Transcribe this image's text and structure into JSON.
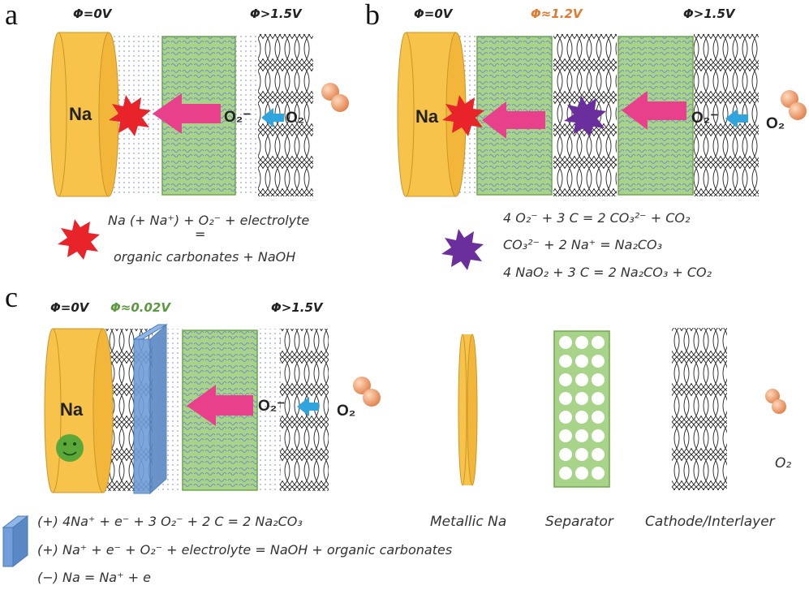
{
  "colors": {
    "sodium": "#f7c34a",
    "separator": "#a8d48a",
    "separator_border": "#6fa84a",
    "pink_arrow": "#e8408a",
    "blue_arrow": "#2fa4dd",
    "red_burst": "#e8232a",
    "purple_burst": "#6a2f9c",
    "blue_layer": "#6f9ed8",
    "o2_atom": "#f0a068",
    "phi_orange": "#e07a2f",
    "phi_green": "#5a9a3c",
    "smiley": "#5aa83a"
  },
  "panel_a": {
    "label": "a",
    "phi_left": "Φ=0V",
    "phi_right": "Φ>1.5V",
    "na": "Na",
    "superoxide": "O₂⁻",
    "oxygen": "O₂",
    "eq_line1": "Na (+ Na⁺) + O₂⁻ + electrolyte",
    "eq_line2": "=",
    "eq_line3": "organic carbonates + NaOH"
  },
  "panel_b": {
    "label": "b",
    "phi_left": "Φ=0V",
    "phi_mid": "Φ≈1.2V",
    "phi_right": "Φ>1.5V",
    "na": "Na",
    "superoxide": "O₂⁻",
    "oxygen": "O₂",
    "eq_line1": "4 O₂⁻ + 3 C = 2 CO₃²⁻ + CO₂",
    "eq_line2": "CO₃²⁻ + 2 Na⁺ = Na₂CO₃",
    "eq_line3": "4 NaO₂ + 3 C = 2 Na₂CO₃ + CO₂"
  },
  "panel_c": {
    "label": "c",
    "phi_left": "Φ=0V",
    "phi_mid": "Φ≈0.02V",
    "phi_right": "Φ>1.5V",
    "na": "Na",
    "superoxide": "O₂⁻",
    "oxygen": "O₂",
    "eq_line1": "(+) 4Na⁺ + e⁻ + 3 O₂⁻ + 2 C = 2 Na₂CO₃",
    "eq_line2": "(+) Na⁺ + e⁻ + O₂⁻ + electrolyte = NaOH + organic carbonates",
    "eq_line3": "(−) Na = Na⁺ + e"
  },
  "legend": {
    "metallic_na": "Metallic Na",
    "separator": "Separator",
    "cathode": "Cathode/Interlayer",
    "o2": "O₂"
  }
}
